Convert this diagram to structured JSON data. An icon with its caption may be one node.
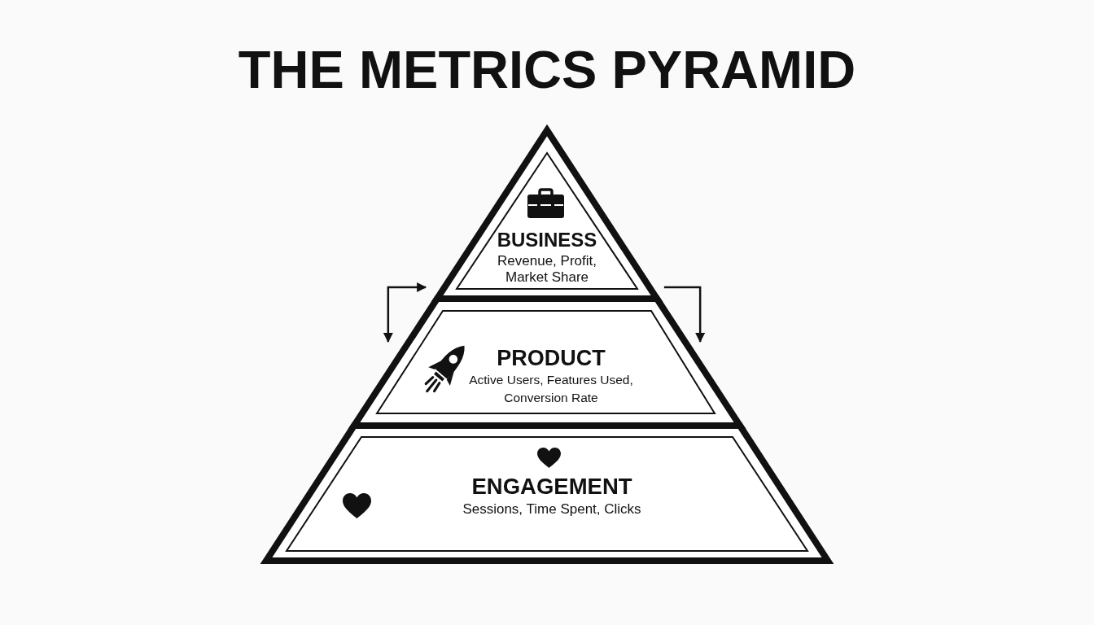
{
  "diagram": {
    "title": "THE METRICS PYRAMID",
    "nodes": [
      {
        "text": [
          "BUSINESS",
          "Revenue, Profit, Market Share"
        ]
      },
      {
        "text": [
          "PRODUCT",
          "Active Users, Features Used, Conversion Rate"
        ]
      },
      {
        "text": [
          "ENGAGEMENT",
          "Sessions, Time Spent, Clicks"
        ]
      }
    ],
    "edges": [
      {
        "from": 0,
        "to": 1,
        "arrow": "to"
      },
      {
        "from": 1,
        "to": 0,
        "arrow": "both"
      }
    ]
  }
}
